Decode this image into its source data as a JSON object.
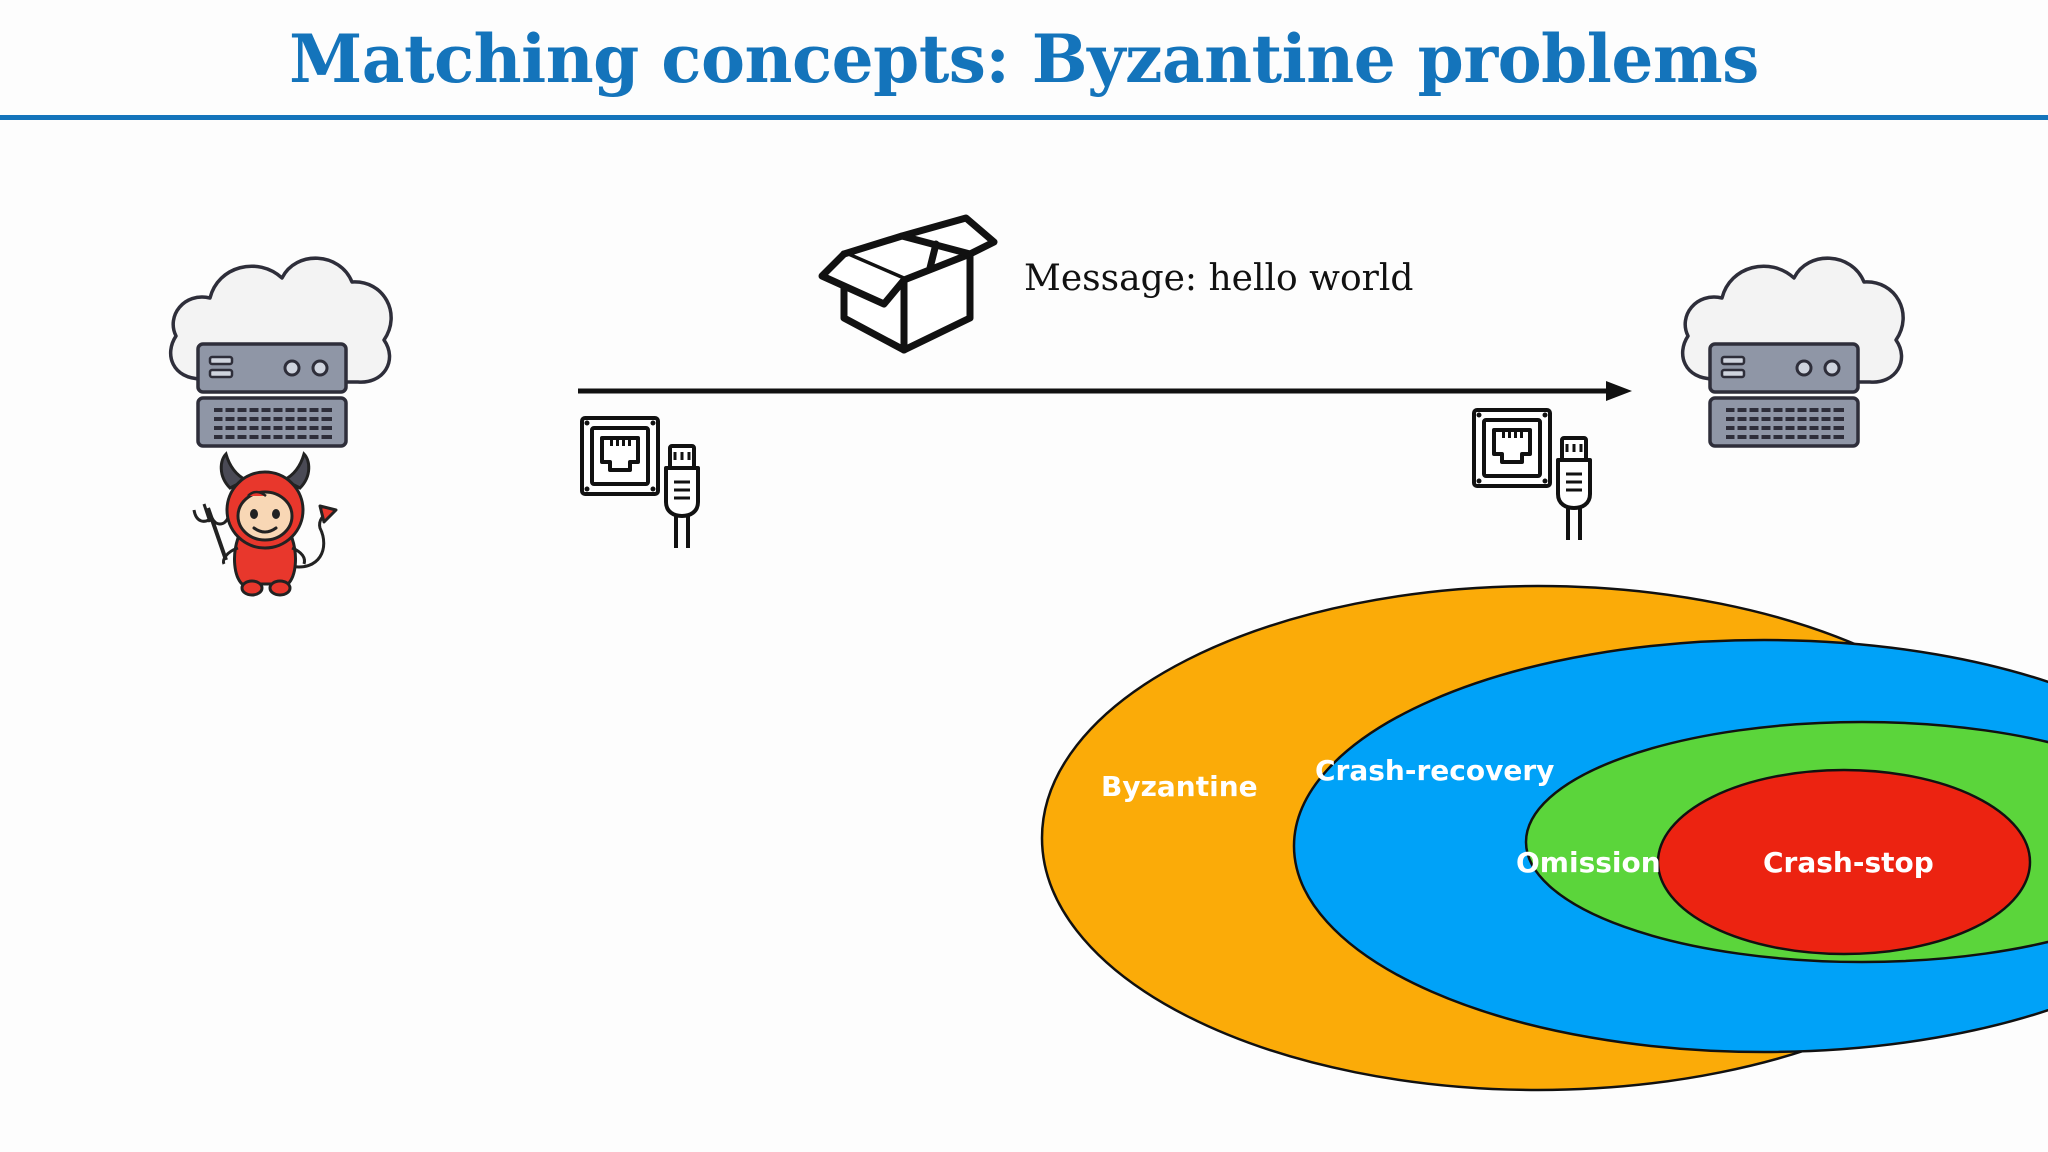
{
  "slide": {
    "title": "Matching concepts: Byzantine problems"
  },
  "message": {
    "label": "Message: hello world"
  },
  "icons": {
    "sender": "cloud-server-icon",
    "receiver": "cloud-server-icon",
    "attacker": "devil-icon",
    "package": "open-box-icon",
    "network_out": "ethernet-port-plug-icon",
    "network_in": "ethernet-port-plug-icon"
  },
  "fault_models": {
    "outer_to_inner": [
      {
        "label": "Byzantine",
        "color": "#fbab08"
      },
      {
        "label": "Crash-recovery",
        "color": "#00a2f8"
      },
      {
        "label": "Omission",
        "color": "#5bd53b"
      },
      {
        "label": "Crash-stop",
        "color": "#ec2311"
      }
    ]
  },
  "colors": {
    "title": "#1474bb",
    "rule": "#1474bb",
    "server_body": "#8a90a0",
    "server_panel": "#b9bfcc",
    "cloud": "#f2f2f2",
    "devil": "#e8372c"
  }
}
